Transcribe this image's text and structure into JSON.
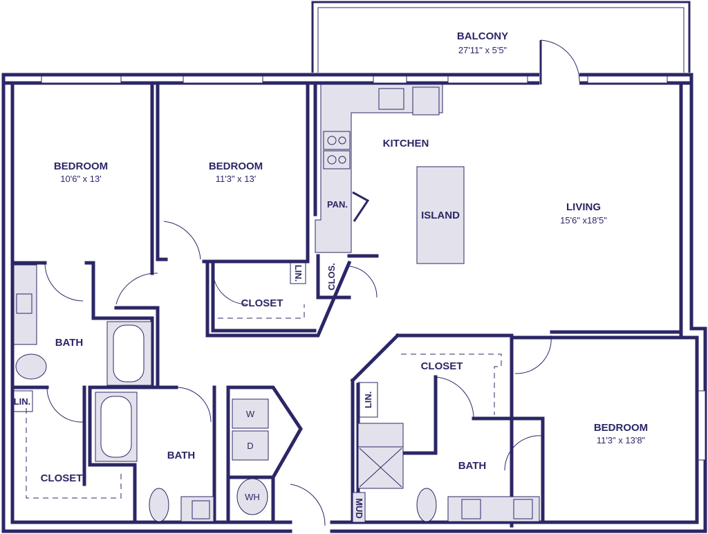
{
  "rooms": {
    "balcony": {
      "name": "BALCONY",
      "dims": "27'11\" x 5'5\""
    },
    "bedroom1": {
      "name": "BEDROOM",
      "dims": "10'6\" x 13'"
    },
    "bedroom2": {
      "name": "BEDROOM",
      "dims": "11'3\" x 13'"
    },
    "bedroom3": {
      "name": "BEDROOM",
      "dims": "11'3\" x 13'8\""
    },
    "kitchen": {
      "name": "KITCHEN"
    },
    "island": {
      "name": "ISLAND"
    },
    "living": {
      "name": "LIVING",
      "dims": "15'6\" x18'5\""
    },
    "pantry": {
      "name": "PAN."
    },
    "clos": {
      "name": "CLOS."
    },
    "closet_bed2": {
      "name": "CLOSET"
    },
    "lin_bed2": {
      "name": "LIN."
    },
    "bath1": {
      "name": "BATH"
    },
    "lin1": {
      "name": "LIN."
    },
    "closet1": {
      "name": "CLOSET"
    },
    "bath2": {
      "name": "BATH"
    },
    "washer": {
      "name": "W"
    },
    "dryer": {
      "name": "D"
    },
    "water_heater": {
      "name": "WH"
    },
    "closet_master": {
      "name": "CLOSET"
    },
    "lin_master": {
      "name": "LIN."
    },
    "bath_master": {
      "name": "BATH"
    },
    "mud": {
      "name": "MUD"
    }
  }
}
